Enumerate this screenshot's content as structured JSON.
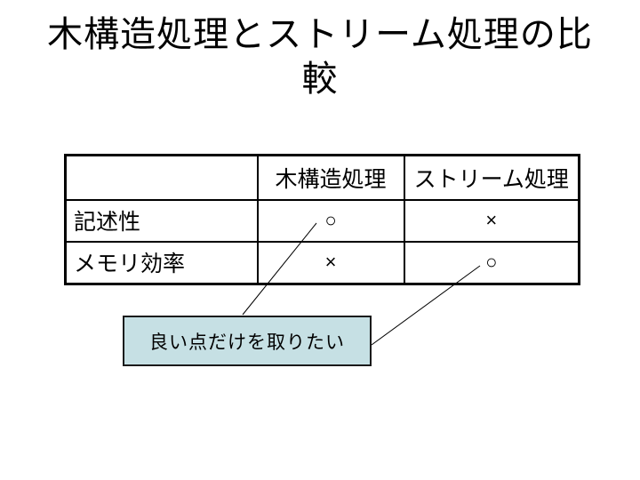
{
  "slide": {
    "title": {
      "full_text": "木構造処理とストリーム処理の比較",
      "line1": "木構造処理とストリーム処理の比",
      "line2": "較"
    },
    "table": {
      "column_headers": [
        "",
        "木構造処理",
        "ストリーム処理"
      ],
      "rows": [
        {
          "label": "記述性",
          "cells": [
            "○",
            "×"
          ]
        },
        {
          "label": "メモリ効率",
          "cells": [
            "×",
            "○"
          ]
        }
      ]
    },
    "callout": {
      "text": "良い点だけを取りたい"
    },
    "colors": {
      "background": "#ffffff",
      "text": "#000000",
      "table_border": "#000000",
      "callout_fill": "#c6e0e4",
      "callout_border": "#1a1a1a",
      "connector_line": "#000000"
    }
  }
}
